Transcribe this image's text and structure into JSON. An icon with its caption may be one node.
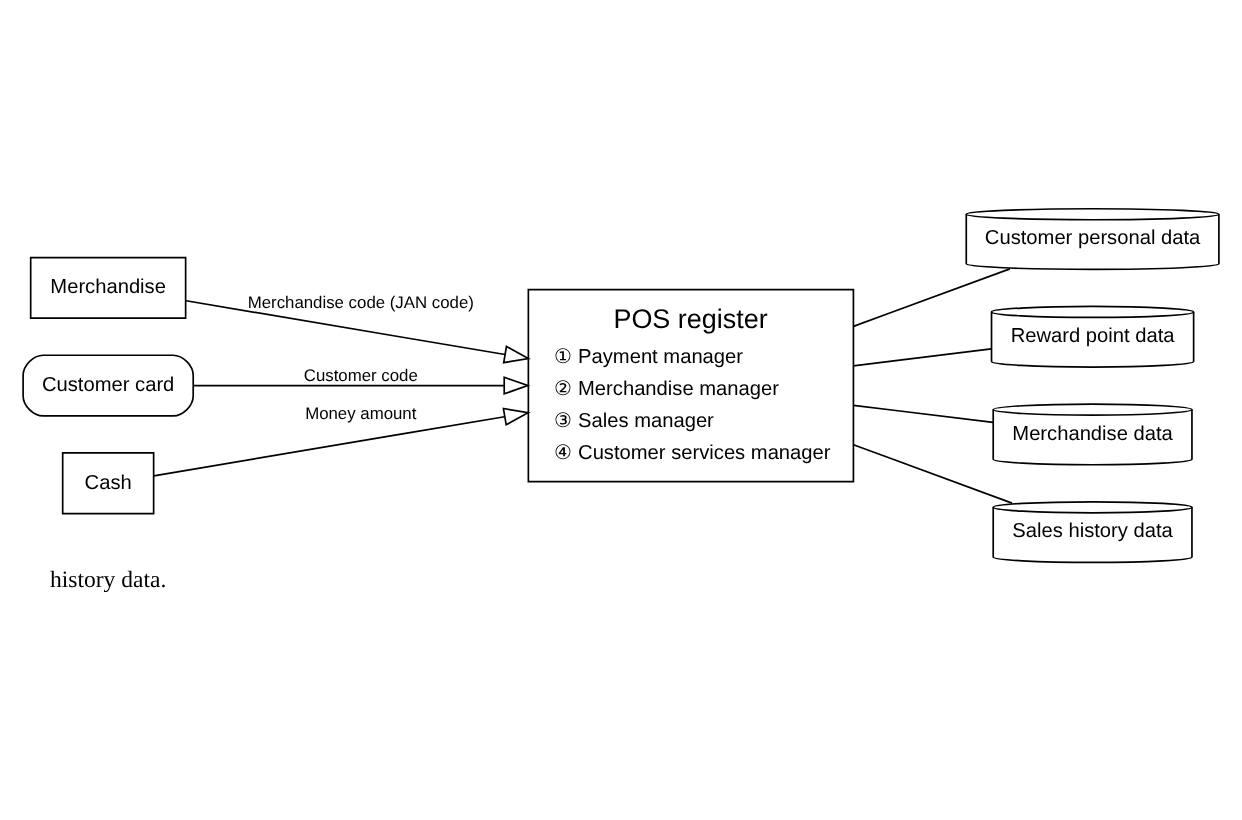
{
  "diagram": {
    "nodes": [
      {
        "text": [
          "Merchandise"
        ]
      },
      {
        "text": [
          "Customer card"
        ]
      },
      {
        "text": [
          "Cash"
        ]
      },
      {
        "text": [
          "POS register",
          "① Payment manager",
          "② Merchandise manager",
          "③ Sales manager",
          "④ Customer services manager"
        ]
      },
      {
        "text": [
          "Customer personal data"
        ]
      },
      {
        "text": [
          "Reward point data"
        ]
      },
      {
        "text": [
          "Merchandise data"
        ]
      },
      {
        "text": [
          "Sales history data"
        ]
      }
    ],
    "edges": [
      {
        "from": 0,
        "to": 3,
        "arrow": "to",
        "label": "Merchandise code (JAN code)"
      },
      {
        "from": 1,
        "to": 3,
        "arrow": "to",
        "label": "Customer code"
      },
      {
        "from": 2,
        "to": 3,
        "arrow": "to",
        "label": "Money amount"
      },
      {
        "from": 3,
        "to": 4,
        "arrow": "none"
      },
      {
        "from": 3,
        "to": 5,
        "arrow": "none"
      },
      {
        "from": 3,
        "to": 6,
        "arrow": "none"
      },
      {
        "from": 3,
        "to": 7,
        "arrow": "none"
      }
    ],
    "labels": [
      "history data."
    ]
  }
}
